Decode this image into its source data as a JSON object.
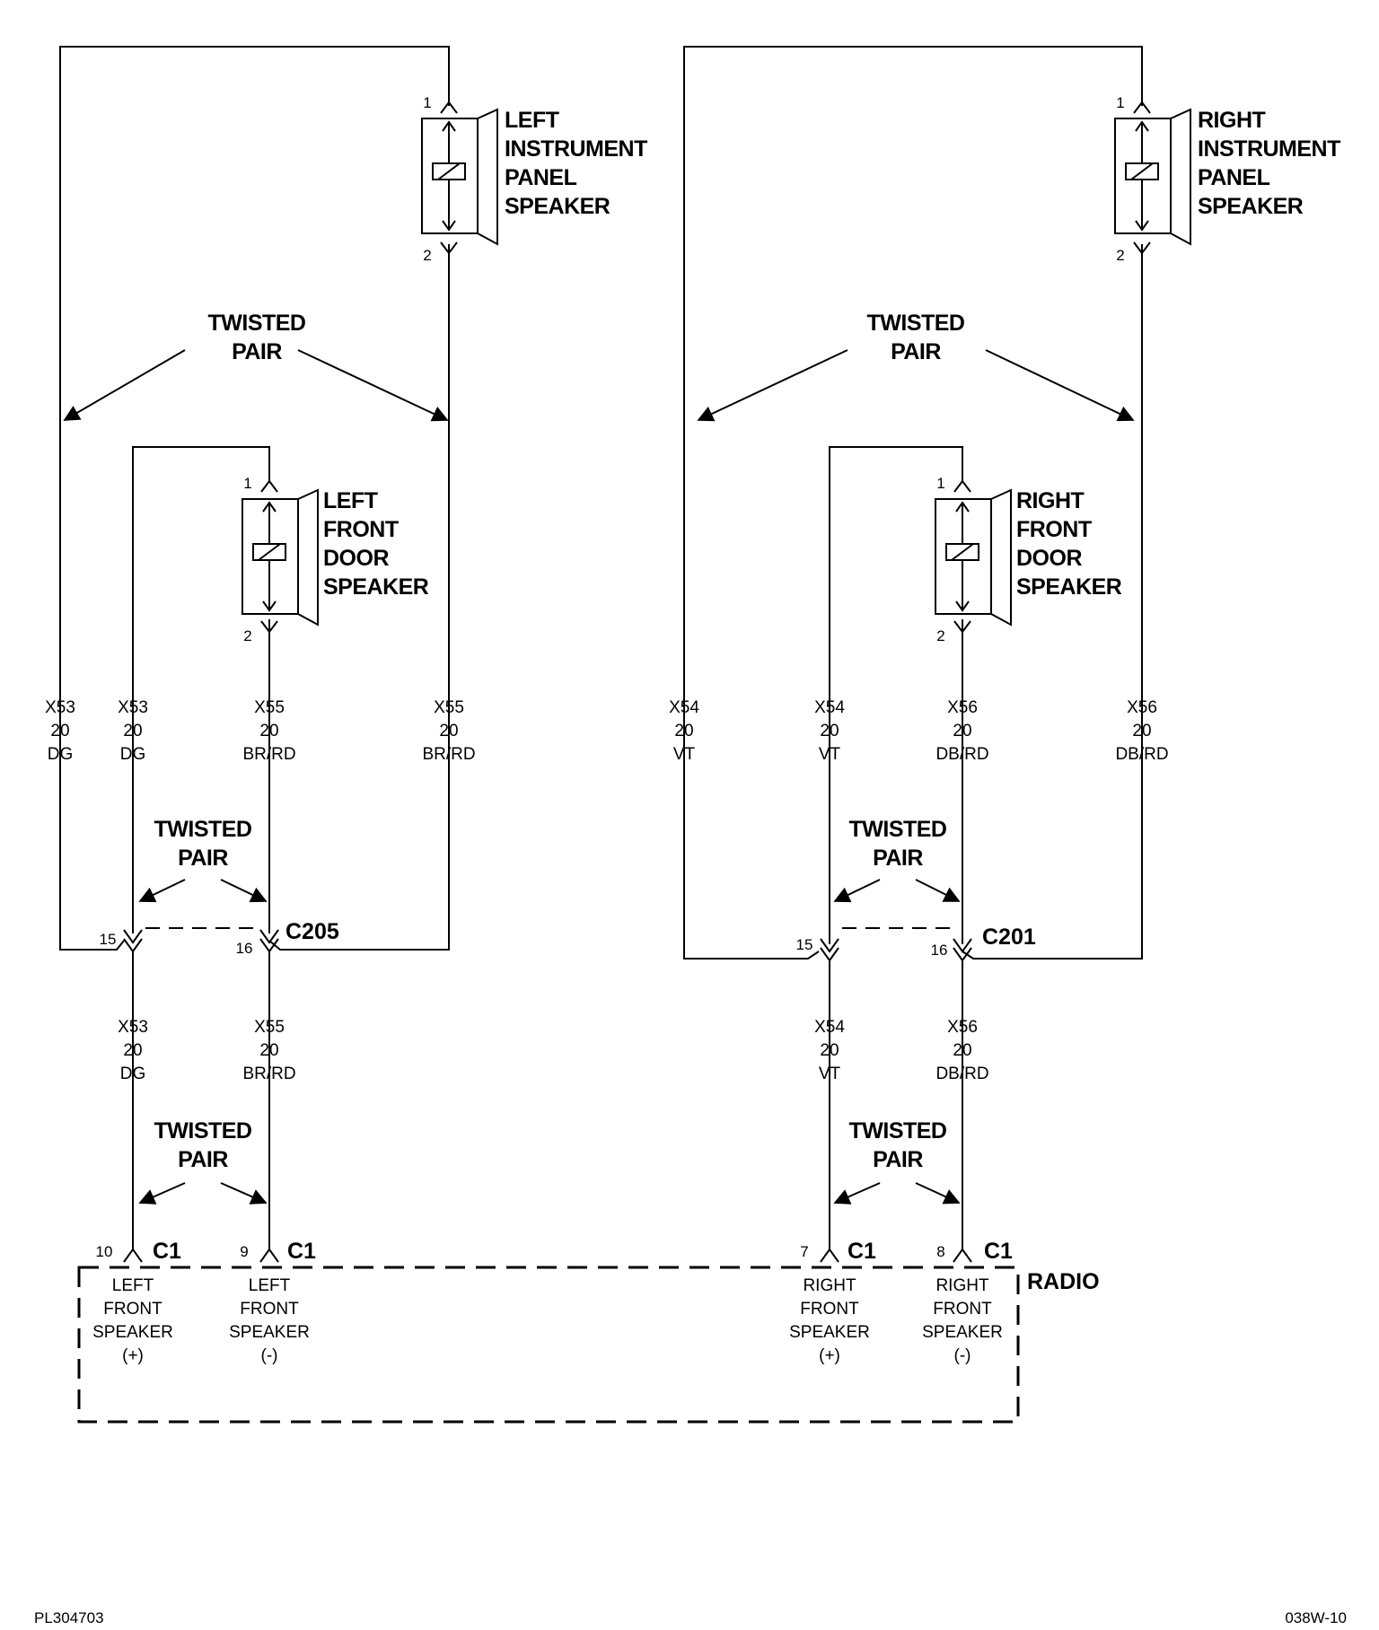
{
  "speakers": [
    {
      "id": "left-ip",
      "name_lines": [
        "LEFT",
        "INSTRUMENT",
        "PANEL",
        "SPEAKER"
      ],
      "pin_top": "1",
      "pin_bottom": "2"
    },
    {
      "id": "right-ip",
      "name_lines": [
        "RIGHT",
        "INSTRUMENT",
        "PANEL",
        "SPEAKER"
      ],
      "pin_top": "1",
      "pin_bottom": "2"
    },
    {
      "id": "left-door",
      "name_lines": [
        "LEFT",
        "FRONT",
        "DOOR",
        "SPEAKER"
      ],
      "pin_top": "1",
      "pin_bottom": "2"
    },
    {
      "id": "right-door",
      "name_lines": [
        "RIGHT",
        "FRONT",
        "DOOR",
        "SPEAKER"
      ],
      "pin_top": "1",
      "pin_bottom": "2"
    }
  ],
  "twisted_pair_lines": [
    "TWISTED",
    "PAIR"
  ],
  "wire_labels_upper": [
    [
      "X53",
      "20",
      "DG"
    ],
    [
      "X53",
      "20",
      "DG"
    ],
    [
      "X55",
      "20",
      "BR/RD"
    ],
    [
      "X55",
      "20",
      "BR/RD"
    ],
    [
      "X54",
      "20",
      "VT"
    ],
    [
      "X54",
      "20",
      "VT"
    ],
    [
      "X56",
      "20",
      "DB/RD"
    ],
    [
      "X56",
      "20",
      "DB/RD"
    ]
  ],
  "wire_labels_lower": [
    [
      "X53",
      "20",
      "DG"
    ],
    [
      "X55",
      "20",
      "BR/RD"
    ],
    [
      "X54",
      "20",
      "VT"
    ],
    [
      "X56",
      "20",
      "DB/RD"
    ]
  ],
  "inline_connectors": [
    {
      "name": "C205",
      "pins": [
        "15",
        "16"
      ]
    },
    {
      "name": "C201",
      "pins": [
        "15",
        "16"
      ]
    }
  ],
  "radio": {
    "name": "RADIO",
    "connector": "C1",
    "pins": [
      {
        "num": "10",
        "lines": [
          "LEFT",
          "FRONT",
          "SPEAKER",
          "(+)"
        ]
      },
      {
        "num": "9",
        "lines": [
          "LEFT",
          "FRONT",
          "SPEAKER",
          "(-)"
        ]
      },
      {
        "num": "7",
        "lines": [
          "RIGHT",
          "FRONT",
          "SPEAKER",
          "(+)"
        ]
      },
      {
        "num": "8",
        "lines": [
          "RIGHT",
          "FRONT",
          "SPEAKER",
          "(-)"
        ]
      }
    ]
  },
  "footer": {
    "left": "PL304703",
    "right": "038W-10"
  }
}
